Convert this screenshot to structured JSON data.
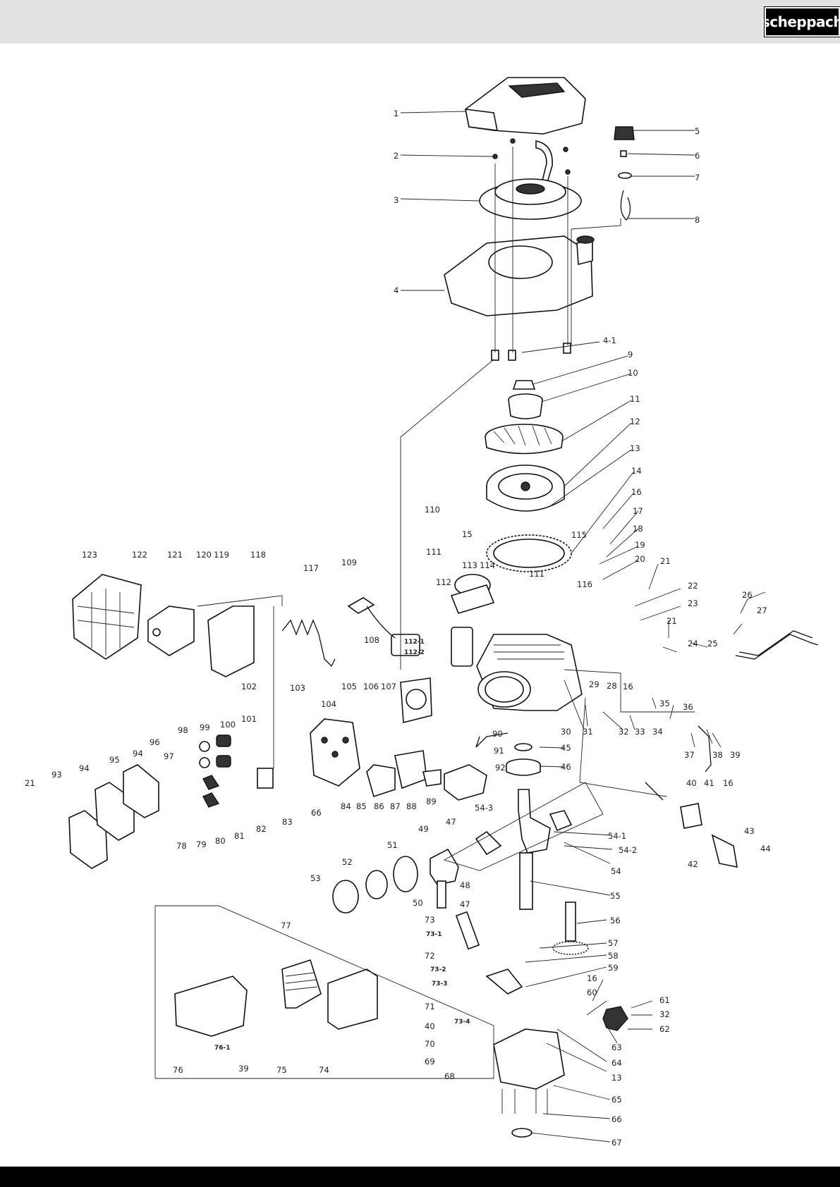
{
  "brand": {
    "logo_text": "scheppach"
  },
  "colors": {
    "header_bg": "#e2e2e2",
    "footer_bg": "#000000",
    "ink": "#111111"
  },
  "labels": {
    "l1": "1",
    "l2": "2",
    "l3": "3",
    "l4": "4",
    "l4_1": "4-1",
    "l5": "5",
    "l6": "6",
    "l7": "7",
    "l8": "8",
    "l9": "9",
    "l10": "10",
    "l11": "11",
    "l12": "12",
    "l13": "13",
    "l13b": "13",
    "l14": "14",
    "l15": "15",
    "l16": "16",
    "l16b": "16",
    "l16c": "16",
    "l16d": "16",
    "l17": "17",
    "l18": "18",
    "l19": "19",
    "l20": "20",
    "l21": "21",
    "l21b": "21",
    "l21c": "21",
    "l22": "22",
    "l23": "23",
    "l24": "24",
    "l25": "25",
    "l26": "26",
    "l27": "27",
    "l28": "28",
    "l29": "29",
    "l30": "30",
    "l31": "31",
    "l32": "32",
    "l32b": "32",
    "l33": "33",
    "l34": "34",
    "l35": "35",
    "l36": "36",
    "l37": "37",
    "l38": "38",
    "l39": "39",
    "l39b": "39",
    "l40": "40",
    "l40b": "40",
    "l41": "41",
    "l42": "42",
    "l43": "43",
    "l44": "44",
    "l45": "45",
    "l46": "46",
    "l47": "47",
    "l47b": "47",
    "l48": "48",
    "l49": "49",
    "l50": "50",
    "l51": "51",
    "l52": "52",
    "l53": "53",
    "l54": "54",
    "l54_1": "54-1",
    "l54_2": "54-2",
    "l54_3": "54-3",
    "l55": "55",
    "l56": "56",
    "l57": "57",
    "l58": "58",
    "l59": "59",
    "l60": "60",
    "l61": "61",
    "l62": "62",
    "l63": "63",
    "l64": "64",
    "l65": "65",
    "l66": "66",
    "l66b": "66",
    "l67": "67",
    "l68": "68",
    "l69": "69",
    "l70": "70",
    "l71": "71",
    "l72": "72",
    "l73": "73",
    "l73_1": "73-1",
    "l73_2": "73-2",
    "l73_3": "73-3",
    "l73_4": "73-4",
    "l74": "74",
    "l75": "75",
    "l76": "76",
    "l76_1": "76-1",
    "l77": "77",
    "l78": "78",
    "l79": "79",
    "l80": "80",
    "l81": "81",
    "l82": "82",
    "l83": "83",
    "l84": "84",
    "l85": "85",
    "l86": "86",
    "l87": "87",
    "l88": "88",
    "l89": "89",
    "l90": "90",
    "l91": "91",
    "l92": "92",
    "l93": "93",
    "l94": "94",
    "l94b": "94",
    "l95": "95",
    "l96": "96",
    "l97": "97",
    "l98": "98",
    "l99": "99",
    "l100": "100",
    "l101": "101",
    "l102": "102",
    "l103": "103",
    "l104": "104",
    "l105": "105",
    "l106": "106",
    "l107": "107",
    "l108": "108",
    "l109": "109",
    "l110": "110",
    "l111": "111",
    "l111b": "111",
    "l112": "112",
    "l112_1": "112-1",
    "l112_2": "112-2",
    "l113": "113",
    "l114": "114",
    "l115": "115",
    "l116": "116",
    "l117": "117",
    "l118": "118",
    "l119": "119",
    "l120": "120",
    "l121": "121",
    "l122": "122",
    "l123": "123"
  }
}
